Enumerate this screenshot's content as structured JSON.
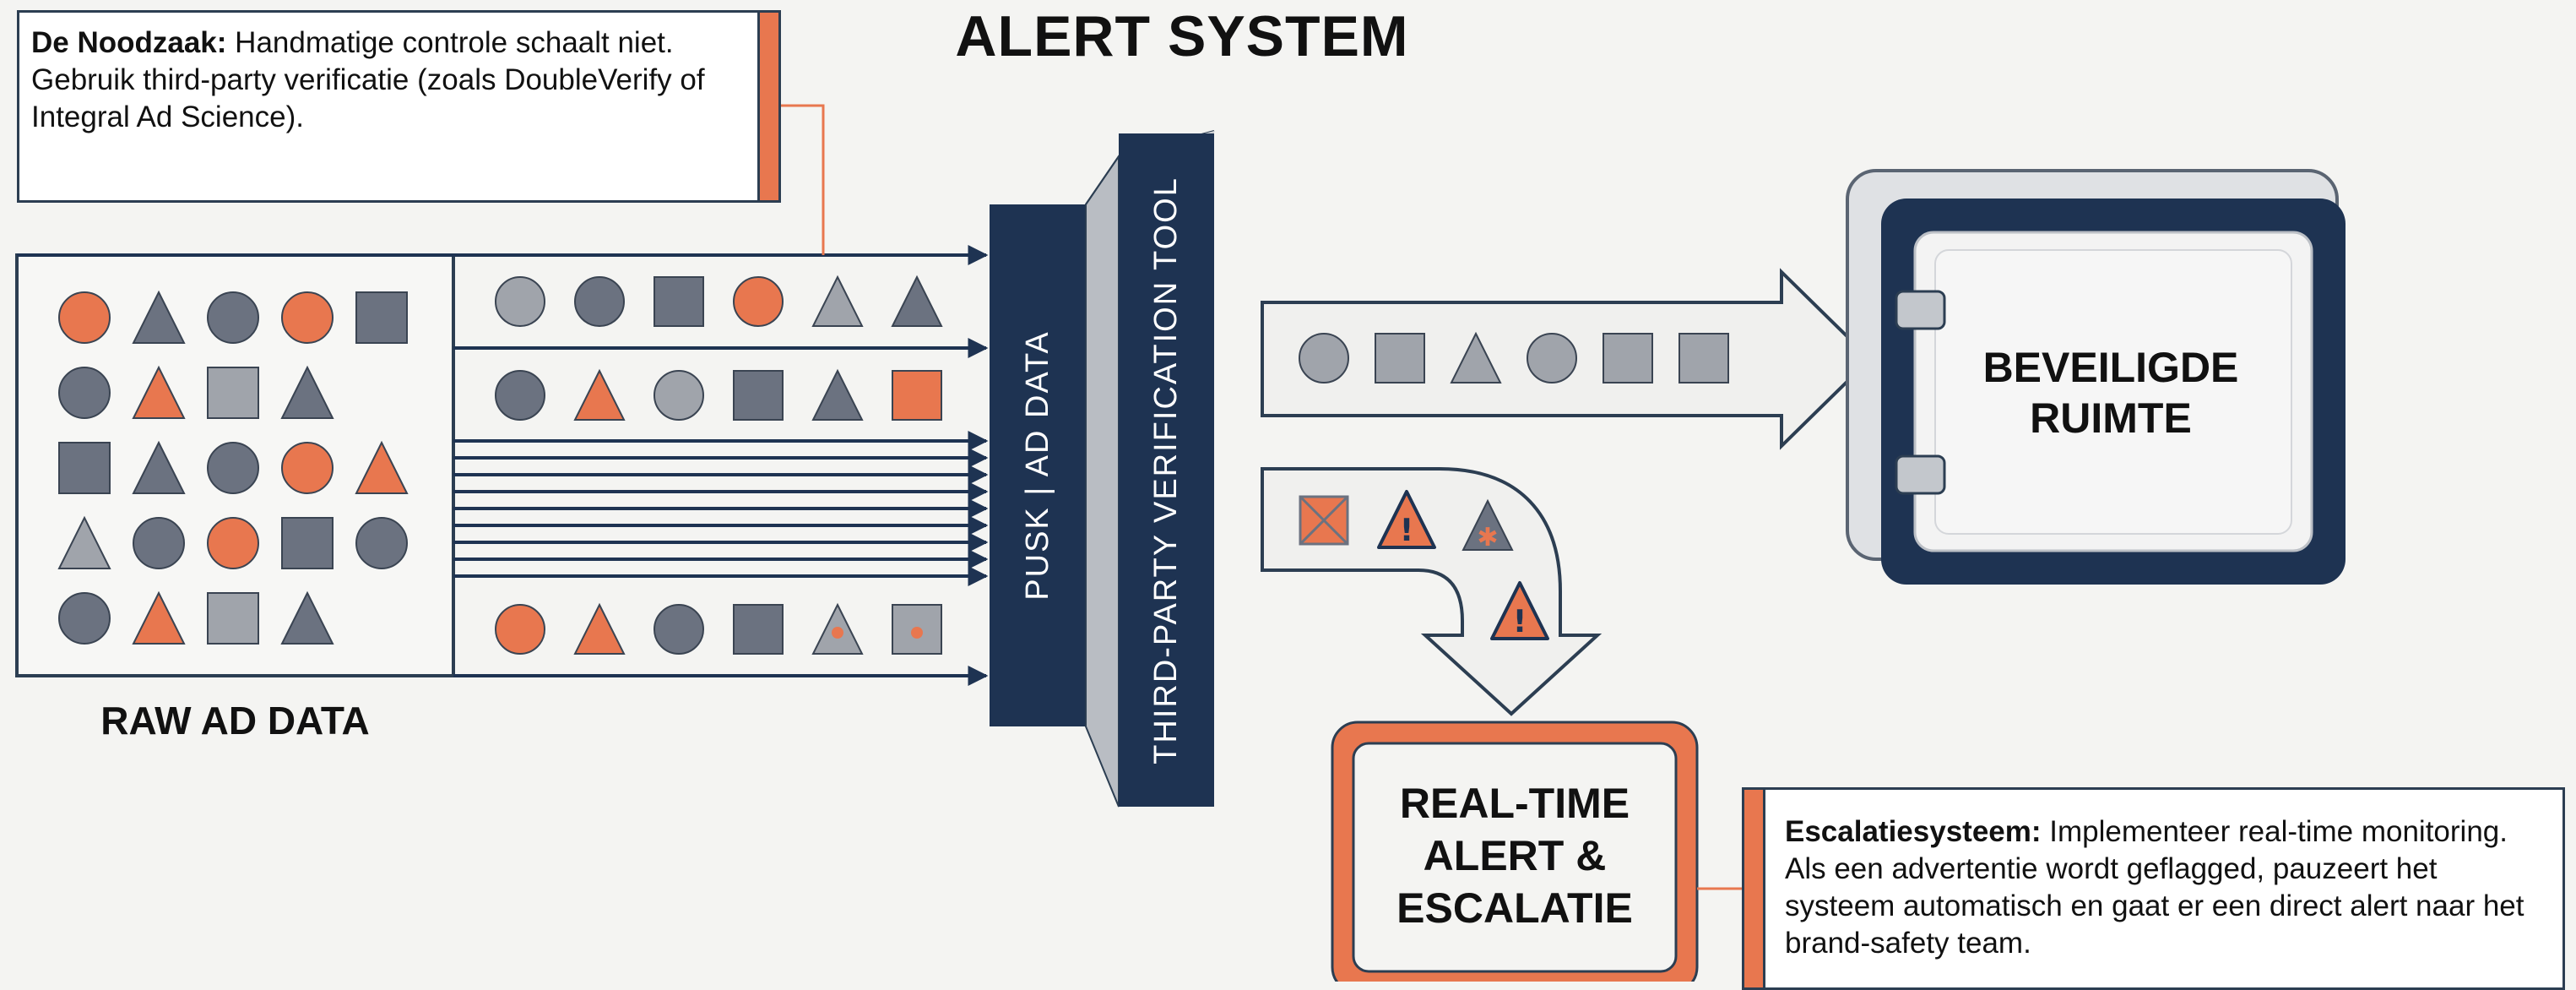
{
  "title": "ALERT SYSTEM",
  "note_top": {
    "heading": "De Noodzaak:",
    "body": " Handmatige controle schaalt niet. Gebruik third-party verificatie (zoals DoubleVerify of Integral Ad Science)."
  },
  "note_bottom": {
    "heading": "Escalatiesysteem:",
    "body": " Implementeer real-time monitoring. Als een advertentie wordt geflagged, pauzeert het systeem automatisch en gaat er een direct alert naar het brand-safety team."
  },
  "raw_data_label": "RAW AD DATA",
  "push_label": "PUSK | AD DATA",
  "tool_label": "THIRD-PARTY VERIFICATION TOOL",
  "secure_label": "BEVEILIGDE RUIMTE",
  "alert_label_lines": [
    "REAL-TIME",
    "ALERT &",
    "ESCALATIE"
  ],
  "colors": {
    "navy": "#1e3352",
    "orange": "#e8774f",
    "gray": "#6b7280",
    "light_gray": "#a0a4ab",
    "background": "#f4f4f2"
  },
  "icons": {
    "warning": "warning-triangle-icon",
    "circle": "circle-shape",
    "triangle": "triangle-shape",
    "square": "square-shape"
  }
}
